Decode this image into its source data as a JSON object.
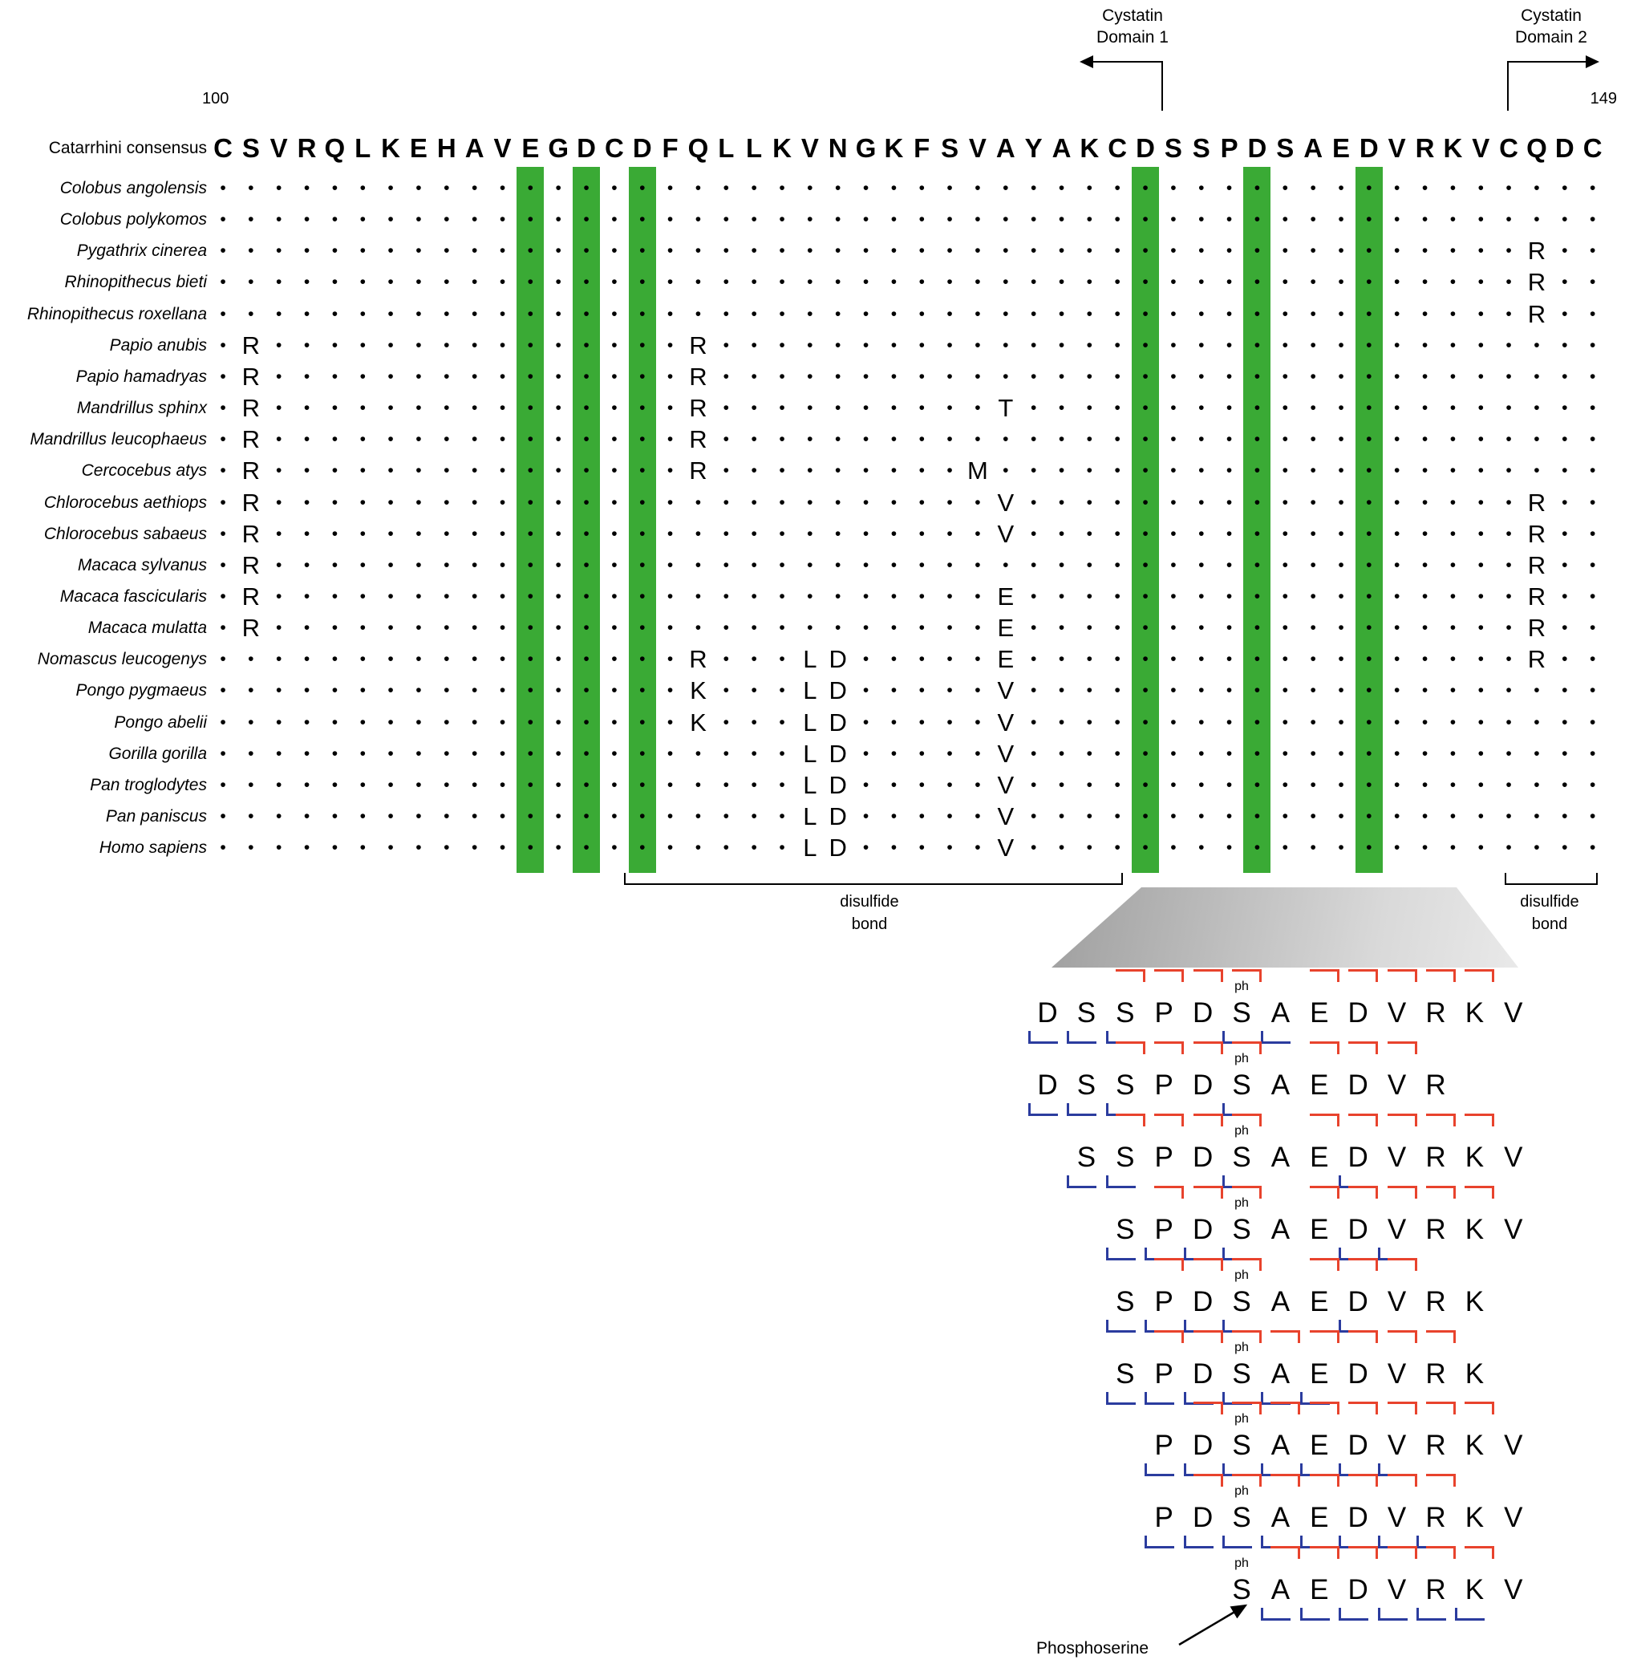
{
  "colors": {
    "green": "#3aaa35",
    "red": "#e8432d",
    "blue": "#2b3c9e"
  },
  "header": {
    "position_start": "100",
    "position_end": "149",
    "domain1": {
      "line1": "Cystatin",
      "line2": "Domain 1"
    },
    "domain2": {
      "line1": "Cystatin",
      "line2": "Domain 2"
    }
  },
  "alignment": {
    "consensus_label": "Catarrhini consensus",
    "consensus_sequence": "CSVRQLKEHAVEGDCDFQLLKVNGKFSVAYAKCDSSPDSAEDVRKVCQDC",
    "identity_symbol": "•",
    "green_column_indices": [
      11,
      13,
      15,
      33,
      37,
      41
    ],
    "species": [
      {
        "name": "Colobus angolensis",
        "substitutions": {}
      },
      {
        "name": "Colobus polykomos",
        "substitutions": {}
      },
      {
        "name": "Pygathrix cinerea",
        "substitutions": {
          "47": "R"
        }
      },
      {
        "name": "Rhinopithecus bieti",
        "substitutions": {
          "47": "R"
        }
      },
      {
        "name": "Rhinopithecus roxellana",
        "substitutions": {
          "47": "R"
        }
      },
      {
        "name": "Papio anubis",
        "substitutions": {
          "1": "R",
          "17": "R"
        }
      },
      {
        "name": "Papio hamadryas",
        "substitutions": {
          "1": "R",
          "17": "R"
        }
      },
      {
        "name": "Mandrillus sphinx",
        "substitutions": {
          "1": "R",
          "17": "R",
          "28": "T"
        }
      },
      {
        "name": "Mandrillus leucophaeus",
        "substitutions": {
          "1": "R",
          "17": "R"
        }
      },
      {
        "name": "Cercocebus atys",
        "substitutions": {
          "1": "R",
          "17": "R",
          "27": "M"
        }
      },
      {
        "name": "Chlorocebus aethiops",
        "substitutions": {
          "1": "R",
          "28": "V",
          "47": "R"
        }
      },
      {
        "name": "Chlorocebus sabaeus",
        "substitutions": {
          "1": "R",
          "28": "V",
          "47": "R"
        }
      },
      {
        "name": "Macaca sylvanus",
        "substitutions": {
          "1": "R",
          "47": "R"
        }
      },
      {
        "name": "Macaca fascicularis",
        "substitutions": {
          "1": "R",
          "28": "E",
          "47": "R"
        }
      },
      {
        "name": "Macaca mulatta",
        "substitutions": {
          "1": "R",
          "28": "E",
          "47": "R"
        }
      },
      {
        "name": "Nomascus leucogenys",
        "substitutions": {
          "17": "R",
          "21": "L",
          "22": "D",
          "28": "E",
          "47": "R"
        }
      },
      {
        "name": "Pongo pygmaeus",
        "substitutions": {
          "17": "K",
          "21": "L",
          "22": "D",
          "28": "V"
        }
      },
      {
        "name": "Pongo abelii",
        "substitutions": {
          "17": "K",
          "21": "L",
          "22": "D",
          "28": "V"
        }
      },
      {
        "name": "Gorilla gorilla",
        "substitutions": {
          "21": "L",
          "22": "D",
          "28": "V"
        }
      },
      {
        "name": "Pan troglodytes",
        "substitutions": {
          "21": "L",
          "22": "D",
          "28": "V"
        }
      },
      {
        "name": "Pan paniscus",
        "substitutions": {
          "21": "L",
          "22": "D",
          "28": "V"
        }
      },
      {
        "name": "Homo sapiens",
        "substitutions": {
          "21": "L",
          "22": "D",
          "28": "V"
        }
      }
    ]
  },
  "annotations": {
    "disulfide1": {
      "line1": "disulfide",
      "line2": "bond"
    },
    "disulfide2": {
      "line1": "disulfide",
      "line2": "bond"
    },
    "phosphoserine": "Phosphoserine",
    "ph_tag": "ph"
  },
  "peptides": {
    "master_sequence": "DSSPDSAEDVRKV",
    "rows": [
      {
        "sequence": "DSSPDSAEDVRKV",
        "offset": 0,
        "phospho_index": 5,
        "b_ion_marks": [
          2,
          3,
          4,
          5,
          7,
          8,
          9,
          10,
          11
        ],
        "y_ion_marks": [
          0,
          1,
          2,
          5,
          6
        ]
      },
      {
        "sequence": "DSSPDSAEDVR",
        "offset": 0,
        "phospho_index": 5,
        "b_ion_marks": [
          2,
          3,
          4,
          5,
          7,
          8,
          9
        ],
        "y_ion_marks": [
          0,
          1,
          2,
          5
        ]
      },
      {
        "sequence": "SSPDSAEDVRKV",
        "offset": 1,
        "phospho_index": 4,
        "b_ion_marks": [
          1,
          2,
          3,
          4,
          6,
          7,
          8,
          9,
          10
        ],
        "y_ion_marks": [
          0,
          1,
          4,
          7
        ]
      },
      {
        "sequence": "SPDSAEDVRKV",
        "offset": 2,
        "phospho_index": 3,
        "b_ion_marks": [
          1,
          2,
          3,
          5,
          6,
          7,
          8,
          9
        ],
        "y_ion_marks": [
          0,
          1,
          2,
          3,
          6,
          7
        ]
      },
      {
        "sequence": "SPDSAEDVRK",
        "offset": 2,
        "phospho_index": 3,
        "b_ion_marks": [
          1,
          2,
          3,
          5,
          6,
          7
        ],
        "y_ion_marks": [
          0,
          1,
          2,
          3,
          6
        ]
      },
      {
        "sequence": "SPDSAEDVRK",
        "offset": 2,
        "phospho_index": 3,
        "b_ion_marks": [
          1,
          2,
          3,
          4,
          5,
          6,
          7,
          8
        ],
        "y_ion_marks": [
          0,
          1,
          2,
          3,
          4,
          5
        ]
      },
      {
        "sequence": "PDSAEDVRKV",
        "offset": 3,
        "phospho_index": 2,
        "b_ion_marks": [
          1,
          2,
          3,
          4,
          5,
          6,
          7,
          8
        ],
        "y_ion_marks": [
          0,
          1,
          2,
          3,
          4,
          5,
          6
        ]
      },
      {
        "sequence": "PDSAEDVRKV",
        "offset": 3,
        "phospho_index": 2,
        "b_ion_marks": [
          1,
          2,
          3,
          4,
          5,
          6,
          7
        ],
        "y_ion_marks": [
          0,
          1,
          2,
          3,
          4,
          5,
          6,
          7
        ]
      },
      {
        "sequence": "SAEDVRKV",
        "offset": 5,
        "phospho_index": 0,
        "b_ion_marks": [
          1,
          2,
          3,
          4,
          5,
          6
        ],
        "y_ion_marks": [
          1,
          2,
          3,
          4,
          5,
          6
        ]
      }
    ]
  }
}
